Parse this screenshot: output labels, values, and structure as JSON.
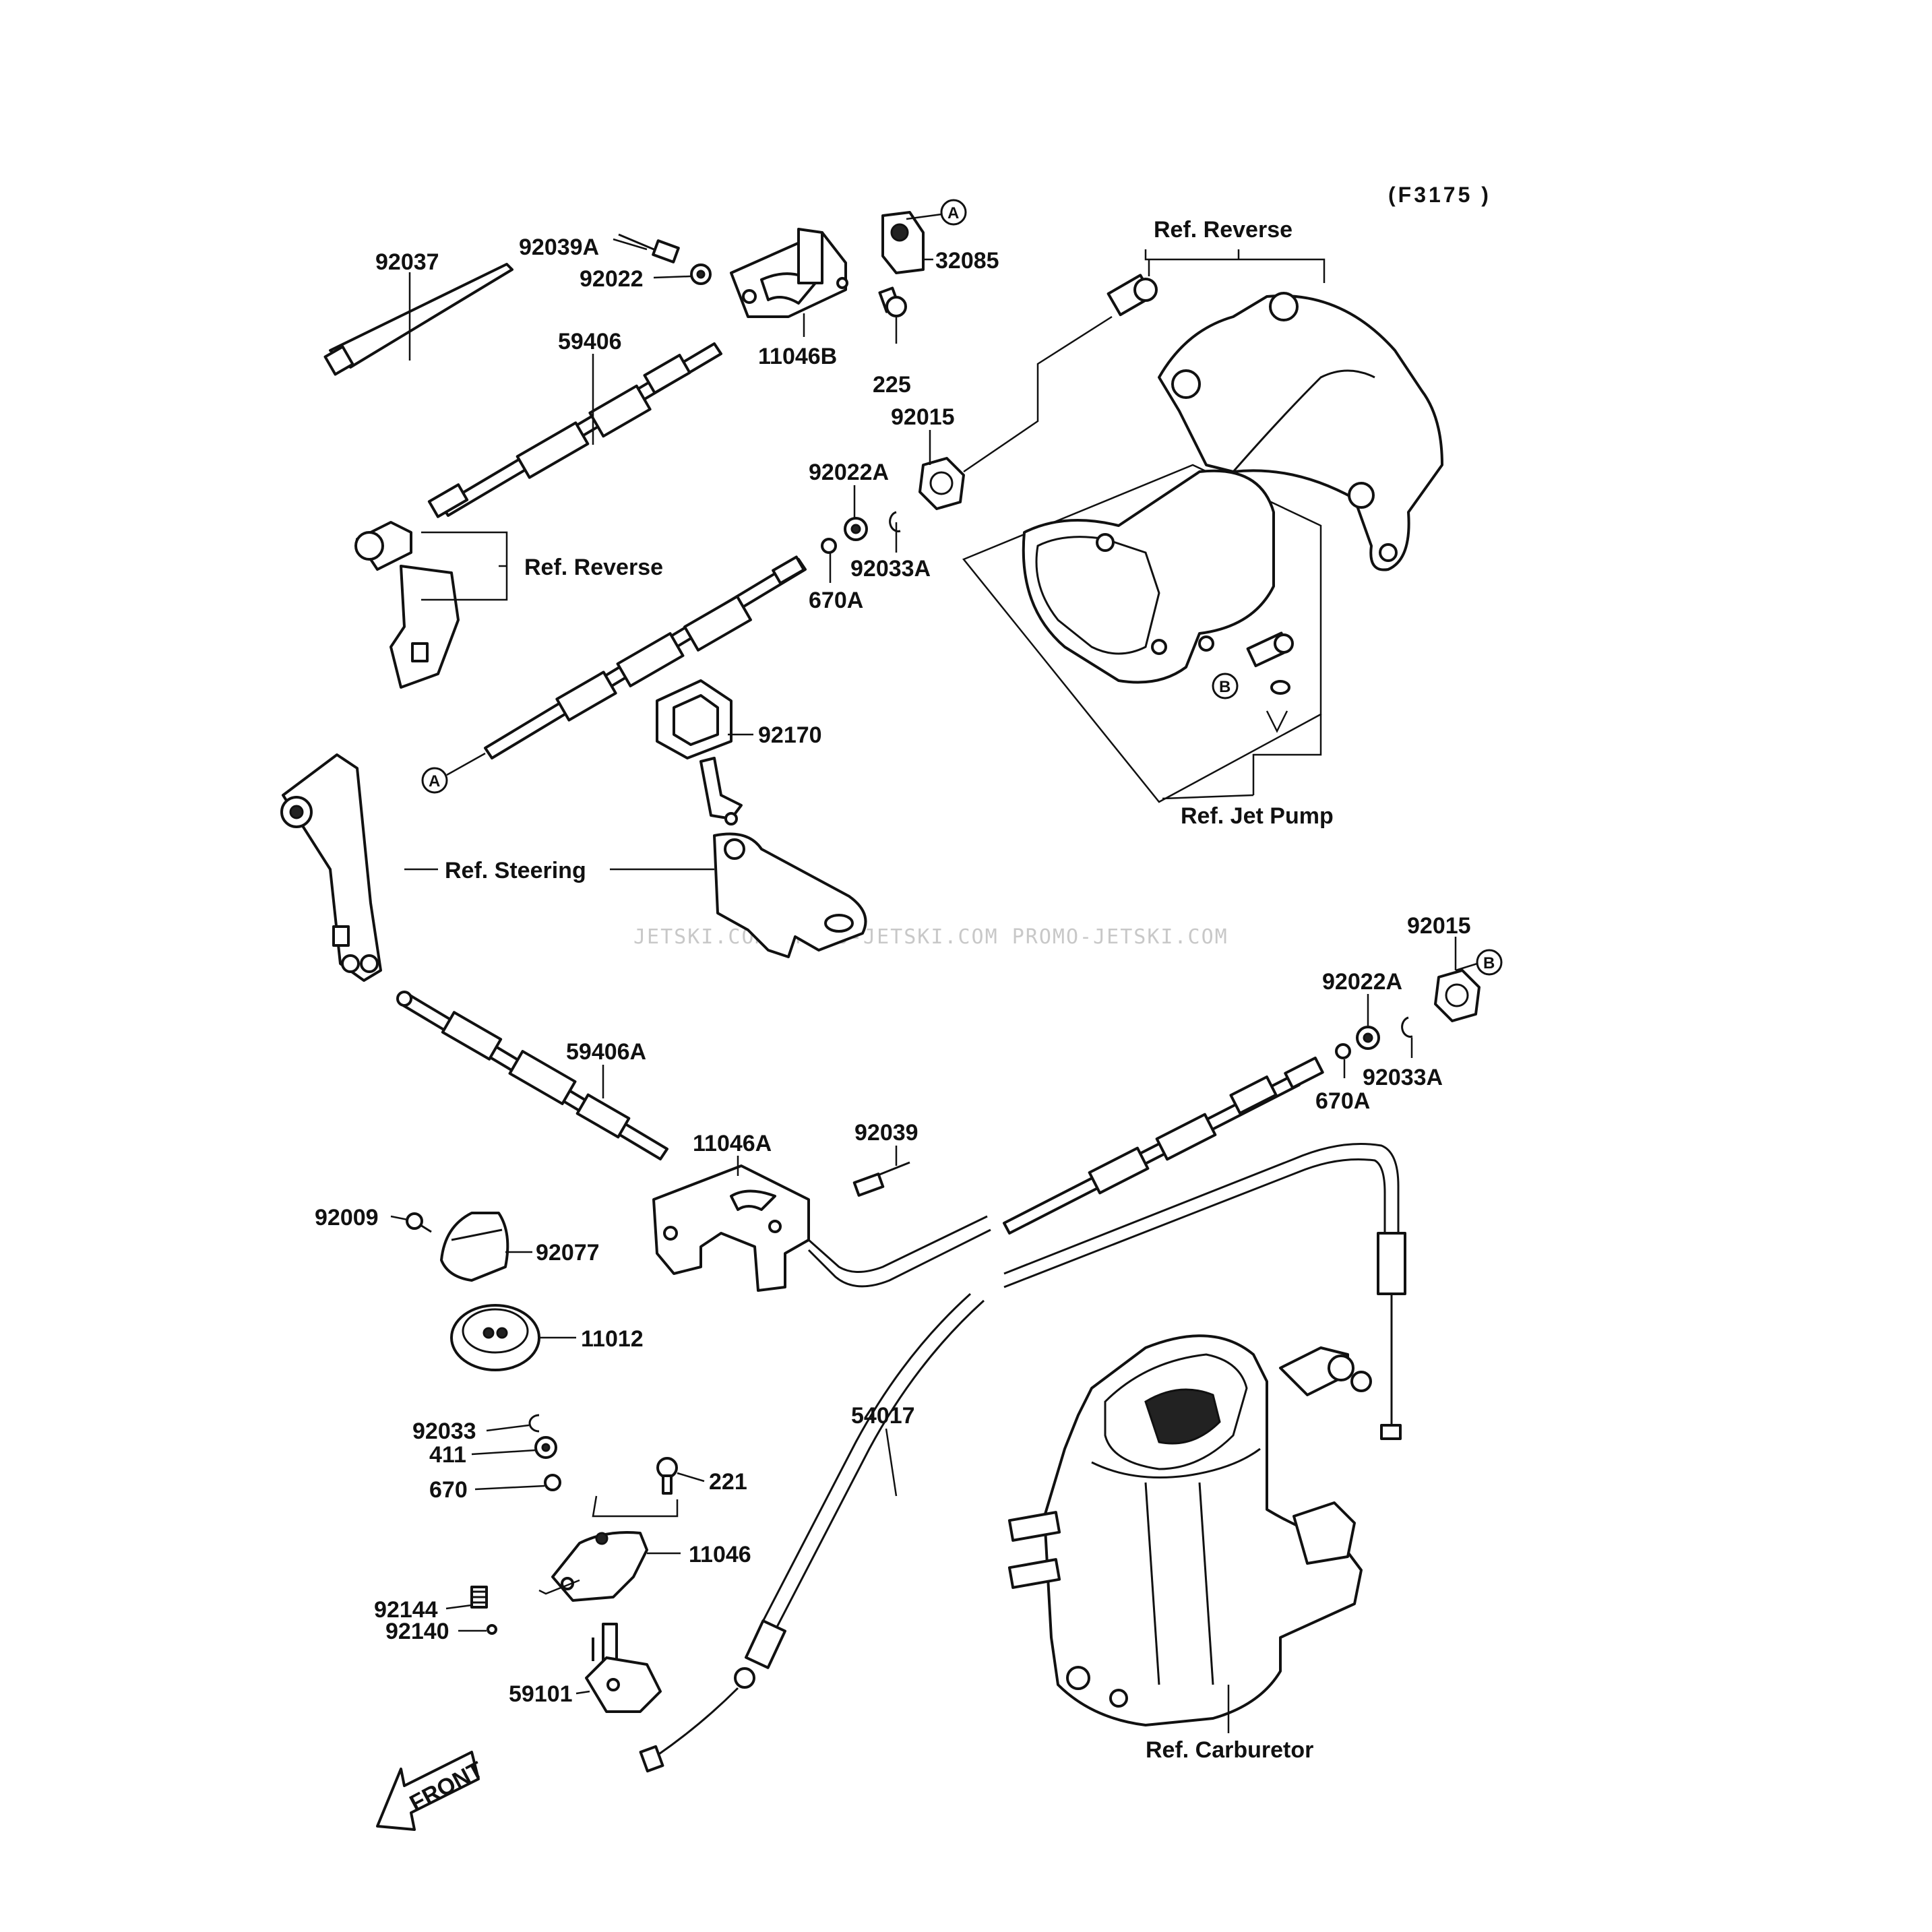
{
  "drawing_code": "(F3175 )",
  "watermark": "JETSKI.COM  PROMO-JETSKI.COM  PROMO-JETSKI.COM",
  "front_arrow_label": "FRONT",
  "reference_marks": {
    "a": "A",
    "b": "B"
  },
  "parts": [
    {
      "id": "92037"
    },
    {
      "id": "92039A"
    },
    {
      "id": "92022"
    },
    {
      "id": "32085"
    },
    {
      "id": "11046B"
    },
    {
      "id": "225"
    },
    {
      "id": "59406"
    },
    {
      "id": "92015"
    },
    {
      "id": "92022A"
    },
    {
      "id": "92033A"
    },
    {
      "id": "670A"
    },
    {
      "id": "92170"
    },
    {
      "id": "92015"
    },
    {
      "id": "92022A"
    },
    {
      "id": "92033A"
    },
    {
      "id": "670A"
    },
    {
      "id": "59406A"
    },
    {
      "id": "11046A"
    },
    {
      "id": "92039"
    },
    {
      "id": "92009"
    },
    {
      "id": "92077"
    },
    {
      "id": "11012"
    },
    {
      "id": "54017"
    },
    {
      "id": "92033"
    },
    {
      "id": "411"
    },
    {
      "id": "670"
    },
    {
      "id": "221"
    },
    {
      "id": "11046"
    },
    {
      "id": "92144"
    },
    {
      "id": "92140"
    },
    {
      "id": "59101"
    }
  ],
  "references": [
    {
      "text": "Ref. Reverse"
    },
    {
      "text": "Ref. Reverse"
    },
    {
      "text": "Ref. Jet Pump"
    },
    {
      "text": "Ref. Steering"
    },
    {
      "text": "Ref. Carburetor"
    }
  ]
}
